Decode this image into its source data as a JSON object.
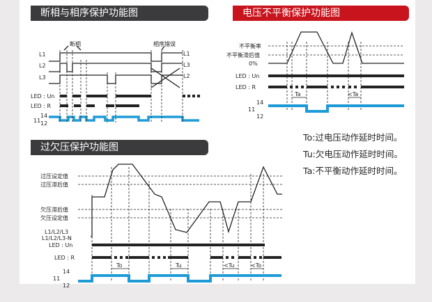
{
  "titles": {
    "phase": "断相与相序保护功能图",
    "unbalance": "电压不平衡保护功能图",
    "overunder": "过欠压保护功能图"
  },
  "phase_diagram": {
    "annot_break": "断相",
    "annot_seq": "相序错误",
    "L1": "L1",
    "L2": "L2",
    "L3": "L3",
    "right_L1": "L1",
    "right_L3": "L3",
    "right_L2": "L2",
    "led_un": "LED : Un",
    "led_r": "LED : R",
    "r14": "14",
    "r11": "11",
    "r12": "12"
  },
  "unbalance_diagram": {
    "unbalance_rate": "不平衡率",
    "unbalance_hyst": "不平衡滞后值",
    "zero": "0%",
    "led_un": "LED : Un",
    "led_r": "LED : R",
    "ta": "Ta",
    "lt_ta": "<Ta",
    "r14": "14",
    "r11": "11",
    "r12": "12"
  },
  "overunder_diagram": {
    "over_set": "过压设定值",
    "over_hyst": "过压滞后值",
    "under_hyst": "欠压滞后值",
    "under_set": "欠压设定值",
    "phases1": "L1/L2/L3",
    "phases2": "L1/L2/L3-N",
    "led_un": "LED : Un",
    "led_r": "LED : R",
    "to": "To",
    "tu": "Tu",
    "lt_tu": "<Tu",
    "lt_to": "<To",
    "r14": "14",
    "r11": "11",
    "r12": "12"
  },
  "notes": {
    "to": "To:过电压动作延时时间。",
    "tu": "Tu:欠电压动作延时时间。",
    "ta": "Ta:不平衡动作延时时间。"
  },
  "colors": {
    "title_dark": "#3b3b3e",
    "title_red": "#c8141d",
    "relay": "#1e9bd7",
    "line": "#222222"
  }
}
